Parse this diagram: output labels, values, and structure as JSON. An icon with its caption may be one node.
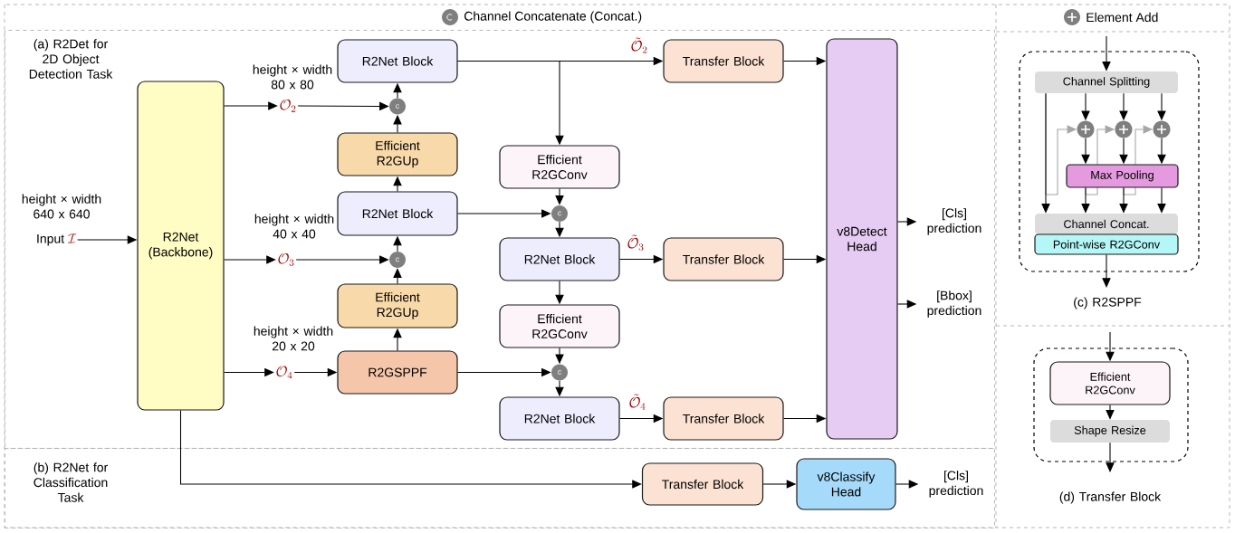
{
  "diagram": {
    "nodes": [
      {
        "text": [
          "(a) R2Det for 2D Object Detection Task"
        ]
      },
      {
        "text": [
          "(b) R2Net for Classification Task"
        ]
      },
      {
        "text": [
          "R2Net (Backbone)"
        ],
        "in": 0
      },
      {
        "text": [
          "Input",
          "\\mathcal{I}"
        ],
        "in": 0,
        "beside": [
          "height × width 640 x 640"
        ]
      },
      {
        "text": [
          "\\mathcal{O}_2"
        ],
        "in": 0,
        "beside": [
          "height × width 80 x 80"
        ]
      },
      {
        "text": [
          "\\mathcal{O}_3"
        ],
        "in": 0,
        "beside": [
          "height × width 40 x 40"
        ]
      },
      {
        "text": [
          "\\mathcal{O}_4"
        ],
        "in": 0,
        "beside": [
          "height × width 20 x 20"
        ]
      },
      {
        "text": [
          "R2Net Block"
        ],
        "in": 0
      },
      {
        "text": [
          "c"
        ],
        "in": 0
      },
      {
        "text": [
          "Efficient R2GUp"
        ],
        "in": 0
      },
      {
        "text": [
          "R2Net Block"
        ],
        "in": 0
      },
      {
        "text": [
          "c"
        ],
        "in": 0
      },
      {
        "text": [
          "Efficient R2GUp"
        ],
        "in": 0
      },
      {
        "text": [
          "R2GSPPF"
        ],
        "in": 0
      },
      {
        "text": [
          "Efficient R2GConv"
        ],
        "in": 0
      },
      {
        "text": [
          "c"
        ],
        "in": 0
      },
      {
        "text": [
          "R2Net Block"
        ],
        "in": 0
      },
      {
        "text": [
          "Efficient R2GConv"
        ],
        "in": 0
      },
      {
        "text": [
          "c"
        ],
        "in": 0
      },
      {
        "text": [
          "R2Net Block"
        ],
        "in": 0
      },
      {
        "text": [
          "Transfer Block"
        ],
        "in": 0
      },
      {
        "text": [
          "Transfer Block"
        ],
        "in": 0
      },
      {
        "text": [
          "Transfer Block"
        ],
        "in": 0
      },
      {
        "text": [
          "v8Detect Head"
        ],
        "in": 0
      },
      {
        "text": [
          "[Cls] prediction"
        ],
        "in": 0
      },
      {
        "text": [
          "[Bbox] prediction"
        ],
        "in": 0
      },
      {
        "text": [
          "Transfer Block"
        ],
        "in": 1
      },
      {
        "text": [
          "v8Classify Head"
        ],
        "in": 1
      },
      {
        "text": [
          "[Cls] prediction"
        ],
        "in": 1
      },
      {
        "text": [
          "(c) R2SPPF"
        ]
      },
      {
        "text": [
          "Channel Splitting"
        ],
        "in": 29
      },
      {
        "text": [],
        "shape": "circle",
        "in": 29
      },
      {
        "text": [],
        "shape": "circle",
        "in": 29
      },
      {
        "text": [],
        "shape": "circle",
        "in": 29
      },
      {
        "text": [
          "Max Pooling"
        ],
        "in": 29
      },
      {
        "text": [
          "Channel Concat."
        ],
        "in": 29
      },
      {
        "text": [
          "Point-wise R2GConv"
        ],
        "in": 29
      },
      {
        "text": [
          "(d) Transfer Block"
        ]
      },
      {
        "text": [
          "Efficient R2GConv"
        ],
        "in": 37
      },
      {
        "text": [
          "Shape Resize"
        ],
        "in": 37
      }
    ],
    "edges": [
      {
        "from": 3,
        "to": 2,
        "arrow": "to"
      },
      {
        "from": 2,
        "to": 4,
        "arrow": "to"
      },
      {
        "from": 2,
        "to": 5,
        "arrow": "to"
      },
      {
        "from": 2,
        "to": 6,
        "arrow": "to"
      },
      {
        "from": 4,
        "to": 8,
        "arrow": "to"
      },
      {
        "from": 5,
        "to": 11,
        "arrow": "to"
      },
      {
        "from": 6,
        "to": 13,
        "arrow": "to"
      },
      {
        "from": 8,
        "to": 7,
        "arrow": "to"
      },
      {
        "from": 9,
        "to": 8,
        "arrow": "to"
      },
      {
        "from": 10,
        "to": 9,
        "arrow": "to"
      },
      {
        "from": 11,
        "to": 10,
        "arrow": "to"
      },
      {
        "from": 12,
        "to": 11,
        "arrow": "to"
      },
      {
        "from": 13,
        "to": 12,
        "arrow": "to"
      },
      {
        "from": 7,
        "to": 20,
        "arrow": "to",
        "label": "\\tilde{\\mathcal{O}}_2"
      },
      {
        "from": 7,
        "to": 14,
        "arrow": "to"
      },
      {
        "from": 14,
        "to": 15,
        "arrow": "to"
      },
      {
        "from": 10,
        "to": 15,
        "arrow": "to"
      },
      {
        "from": 15,
        "to": 16,
        "arrow": "to"
      },
      {
        "from": 16,
        "to": 21,
        "arrow": "to",
        "label": "\\tilde{\\mathcal{O}}_3"
      },
      {
        "from": 16,
        "to": 17,
        "arrow": "to"
      },
      {
        "from": 17,
        "to": 18,
        "arrow": "to"
      },
      {
        "from": 13,
        "to": 18,
        "arrow": "to"
      },
      {
        "from": 18,
        "to": 19,
        "arrow": "to"
      },
      {
        "from": 19,
        "to": 22,
        "arrow": "to",
        "label": "\\tilde{\\mathcal{O}}_4"
      },
      {
        "from": 20,
        "to": 23,
        "arrow": "to"
      },
      {
        "from": 21,
        "to": 23,
        "arrow": "to"
      },
      {
        "from": 22,
        "to": 23,
        "arrow": "to"
      },
      {
        "from": 23,
        "to": 24,
        "arrow": "to"
      },
      {
        "from": 23,
        "to": 25,
        "arrow": "to"
      },
      {
        "from": 2,
        "to": 26,
        "arrow": "to"
      },
      {
        "from": 26,
        "to": 27,
        "arrow": "to"
      },
      {
        "from": 27,
        "to": 28,
        "arrow": "to"
      },
      {
        "from": null,
        "to": 30,
        "arrow": "to"
      },
      {
        "from": 30,
        "to": 35,
        "arrow": "to"
      },
      {
        "from": 30,
        "to": 31,
        "arrow": "to"
      },
      {
        "from": 30,
        "to": 32,
        "arrow": "to"
      },
      {
        "from": 30,
        "to": 33,
        "arrow": "to"
      },
      {
        "from": 31,
        "to": 34,
        "arrow": "to"
      },
      {
        "from": 32,
        "to": 34,
        "arrow": "to"
      },
      {
        "from": 33,
        "to": 34,
        "arrow": "to"
      },
      {
        "from": 34,
        "to": 35,
        "arrow": "to"
      },
      {
        "from": 34,
        "to": 35,
        "arrow": "to"
      },
      {
        "from": 34,
        "to": 35,
        "arrow": "to"
      },
      {
        "from": 30,
        "to": 31,
        "arrow": "to",
        "color": "#a6a6a6"
      },
      {
        "from": 34,
        "to": 32,
        "arrow": "to",
        "color": "#a6a6a6"
      },
      {
        "from": 34,
        "to": 33,
        "arrow": "to",
        "color": "#a6a6a6"
      },
      {
        "from": 36,
        "to": null,
        "arrow": "to"
      },
      {
        "from": null,
        "to": 38,
        "arrow": "to"
      },
      {
        "from": 38,
        "to": 39,
        "arrow": "to"
      },
      {
        "from": 39,
        "to": null,
        "arrow": "to"
      }
    ],
    "legend": [
      {
        "text": "Channel Concatenate (Concat.)"
      },
      {
        "text": "Element Add"
      }
    ]
  }
}
